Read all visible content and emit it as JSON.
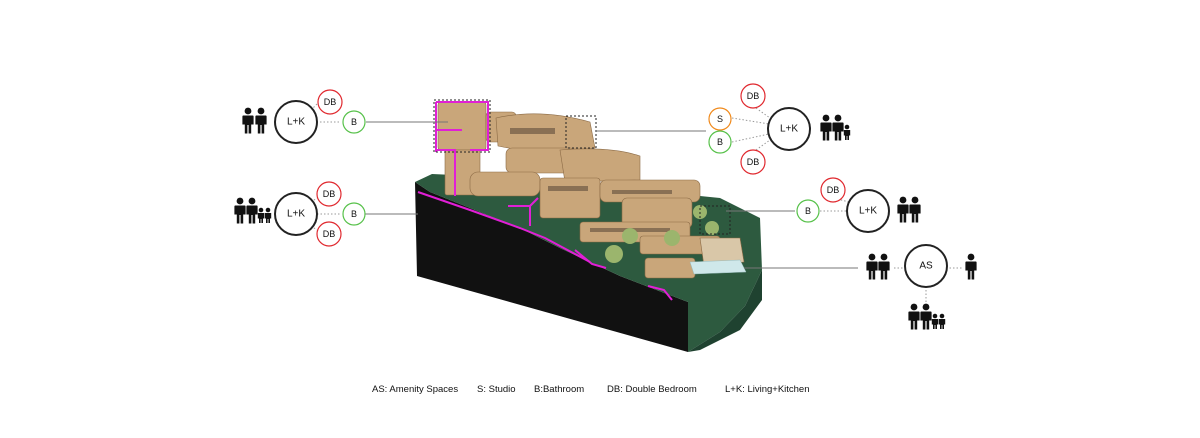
{
  "colors": {
    "double_bedroom": "#e0282e",
    "bathroom": "#57c14a",
    "studio": "#f08a1c",
    "living_kitchen": "#222222",
    "amenity": "#222222",
    "connector": "#9a9a9a",
    "terrain": "#2d5a3f",
    "section_fill": "#111111",
    "highlight": "#e11fd6",
    "wood": "#c9a67a"
  },
  "icons": [
    "pair-of-adults-icon",
    "family-icon",
    "single-person-icon"
  ],
  "nodes": {
    "lk": "L+K",
    "db": "DB",
    "b": "B",
    "s": "S",
    "as": "AS"
  },
  "legend": [
    "AS: Amenity Spaces",
    "S: Studio",
    "B:Bathroom",
    "DB: Double Bedroom",
    "L+K: Living+Kitchen"
  ]
}
